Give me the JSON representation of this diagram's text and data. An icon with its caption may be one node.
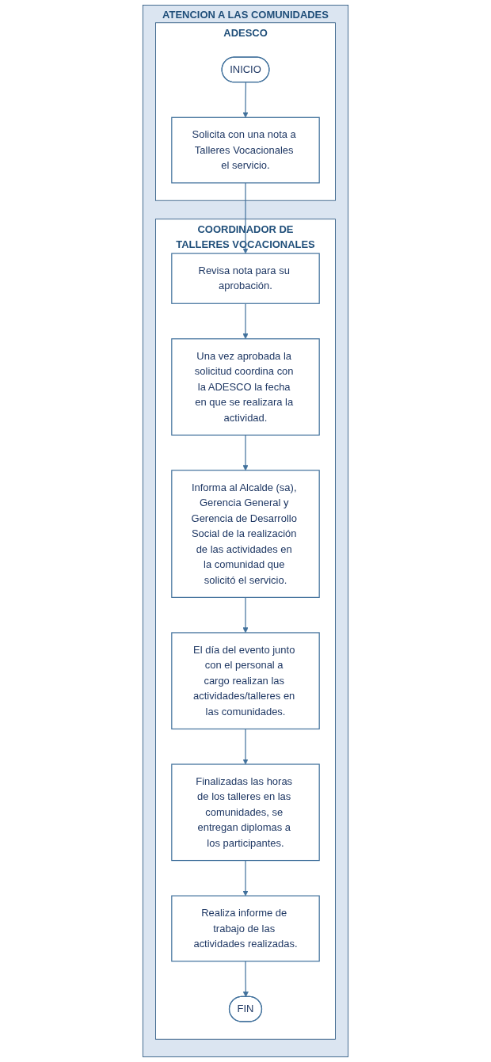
{
  "diagram": {
    "nodes": [
      {
        "text": [
          "ATENCION A LAS COMUNIDADES"
        ]
      },
      {
        "text": [
          "ADESCO"
        ],
        "in": 0
      },
      {
        "text": [
          "COORDINADOR DE TALLERES VOCACIONALES"
        ],
        "in": 0
      },
      {
        "text": [
          "INICIO"
        ],
        "in": 1
      },
      {
        "text": [
          "Solicita con una nota a Talleres Vocacionales el servicio."
        ],
        "in": 1
      },
      {
        "text": [
          "Revisa nota para su aprobación."
        ],
        "in": 2
      },
      {
        "text": [
          "Una vez aprobada la solicitud coordina con la ADESCO la fecha en que se realizara la actividad."
        ],
        "in": 2
      },
      {
        "text": [
          "Informa al Alcalde (sa), Gerencia General y Gerencia de Desarrollo Social de la realización de las actividades en la comunidad que solicitó el servicio."
        ],
        "in": 2
      },
      {
        "text": [
          "El día del evento junto con el personal a cargo realizan las actividades/talleres en las comunidades."
        ],
        "in": 2
      },
      {
        "text": [
          "Finalizadas las horas de los talleres en las comunidades, se entregan diplomas a los participantes."
        ],
        "in": 2
      },
      {
        "text": [
          "Realiza informe de trabajo de las actividades realizadas."
        ],
        "in": 2
      },
      {
        "text": [
          "FIN"
        ],
        "in": 2
      }
    ],
    "edges": [
      {
        "from": 3,
        "to": 4,
        "arrow": "to"
      },
      {
        "from": 4,
        "to": 5,
        "arrow": "to"
      },
      {
        "from": 5,
        "to": 6,
        "arrow": "to"
      },
      {
        "from": 6,
        "to": 7,
        "arrow": "to"
      },
      {
        "from": 7,
        "to": 8,
        "arrow": "to"
      },
      {
        "from": 8,
        "to": 9,
        "arrow": "to"
      },
      {
        "from": 9,
        "to": 10,
        "arrow": "to"
      },
      {
        "from": 10,
        "to": 11,
        "arrow": "to"
      }
    ]
  }
}
